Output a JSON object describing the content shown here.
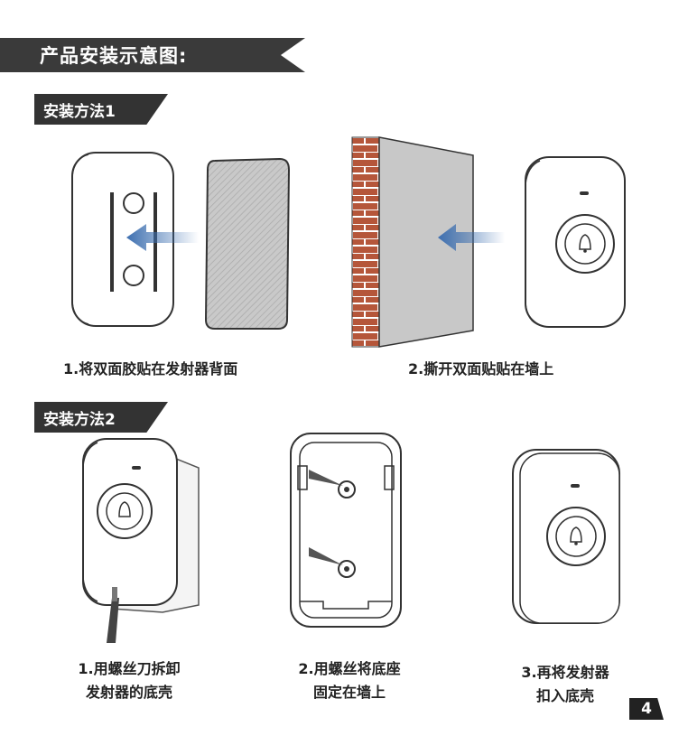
{
  "header": {
    "title": "产品安装示意图:"
  },
  "method1": {
    "label": "安装方法1",
    "step1": "1.将双面胶贴在发射器背面",
    "step2": "2.撕开双面贴贴在墙上"
  },
  "method2": {
    "label": "安装方法2",
    "step1": [
      "1.用螺丝刀拆卸",
      "发射器的底壳"
    ],
    "step2": [
      "2.用螺丝将底座",
      "固定在墙上"
    ],
    "step3": [
      "3.再将发射器",
      "扣入底壳"
    ]
  },
  "page": {
    "number": "4"
  },
  "colors": {
    "banner": "#3a3a3a",
    "arrow": "#3d6fb0",
    "brick": "#b5563a",
    "wall": "#c8c8c8"
  }
}
